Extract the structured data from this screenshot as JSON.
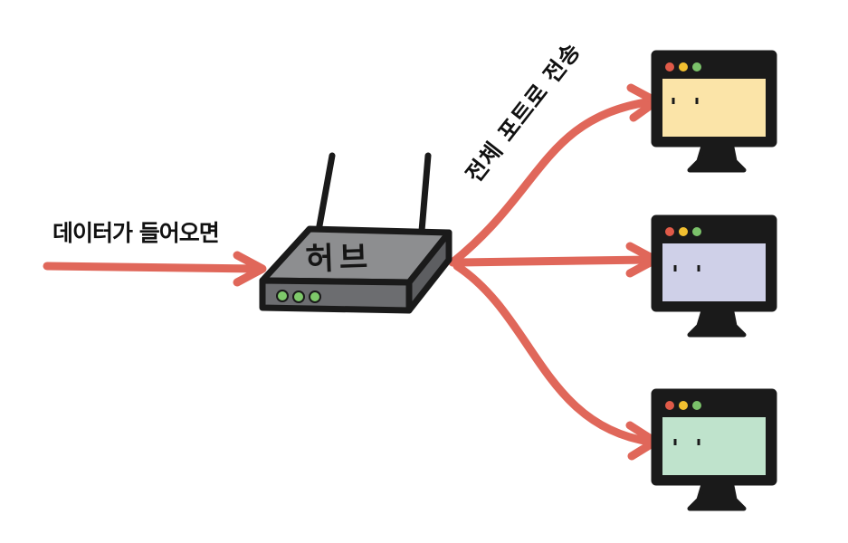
{
  "labels": {
    "incoming": "데이터가 들어오면",
    "broadcast": "전체 포트로 전송",
    "hub": "허브"
  },
  "colors": {
    "arrow": "#e0675a",
    "outline": "#1a1a1a",
    "hub_top": "#8d8e90",
    "hub_front": "#6c6d70",
    "led": "#7ec96a",
    "dot_red": "#e05a48",
    "dot_yellow": "#f2c030",
    "dot_green": "#7bc26a"
  },
  "computers": [
    {
      "screen_color": "#fbe4a8"
    },
    {
      "screen_color": "#cfd0e8"
    },
    {
      "screen_color": "#bfe3cc"
    }
  ]
}
